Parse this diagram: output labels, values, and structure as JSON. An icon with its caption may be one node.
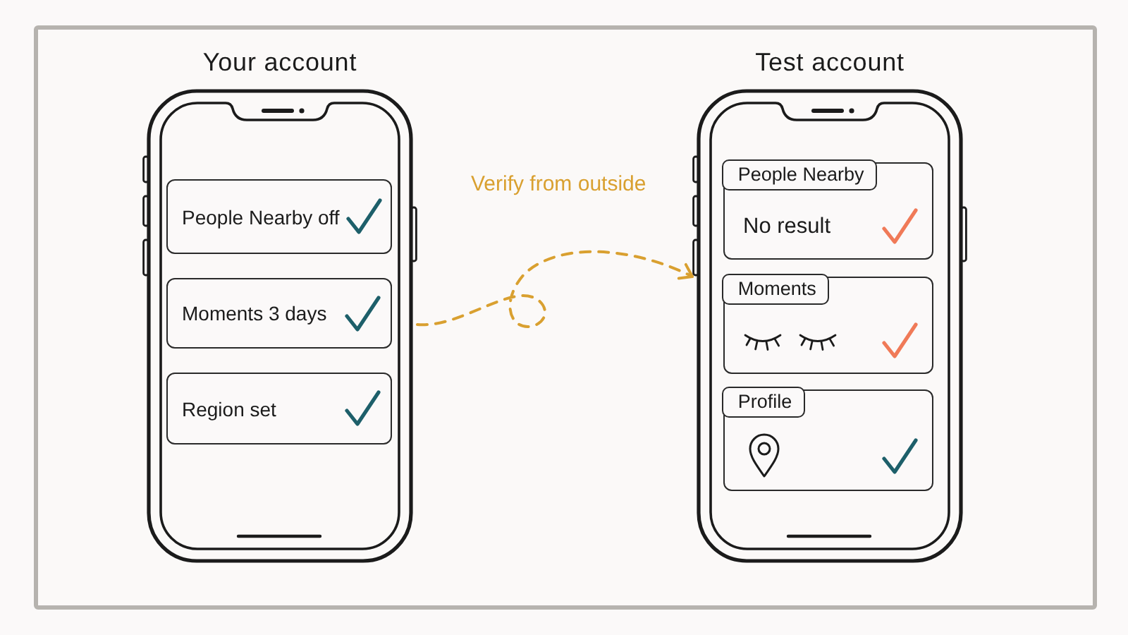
{
  "diagram": {
    "nodes": [
      {
        "text": [
          "Your account"
        ]
      },
      {
        "text": [
          "People Nearby off"
        ],
        "in": 0
      },
      {
        "text": [
          "Moments 3 days"
        ],
        "in": 0
      },
      {
        "text": [
          "Region set"
        ],
        "in": 0
      },
      {
        "text": [
          "Test account"
        ]
      },
      {
        "text": [
          "People Nearby",
          "No result"
        ],
        "in": 4
      },
      {
        "text": [
          "Moments"
        ],
        "in": 4
      },
      {
        "text": [
          "Profile"
        ],
        "in": 4
      }
    ],
    "edges": [
      {
        "from": 0,
        "to": 4,
        "arrow": "to",
        "label": "Verify from outside",
        "style": "dashed",
        "color": "#d9a030"
      }
    ]
  }
}
